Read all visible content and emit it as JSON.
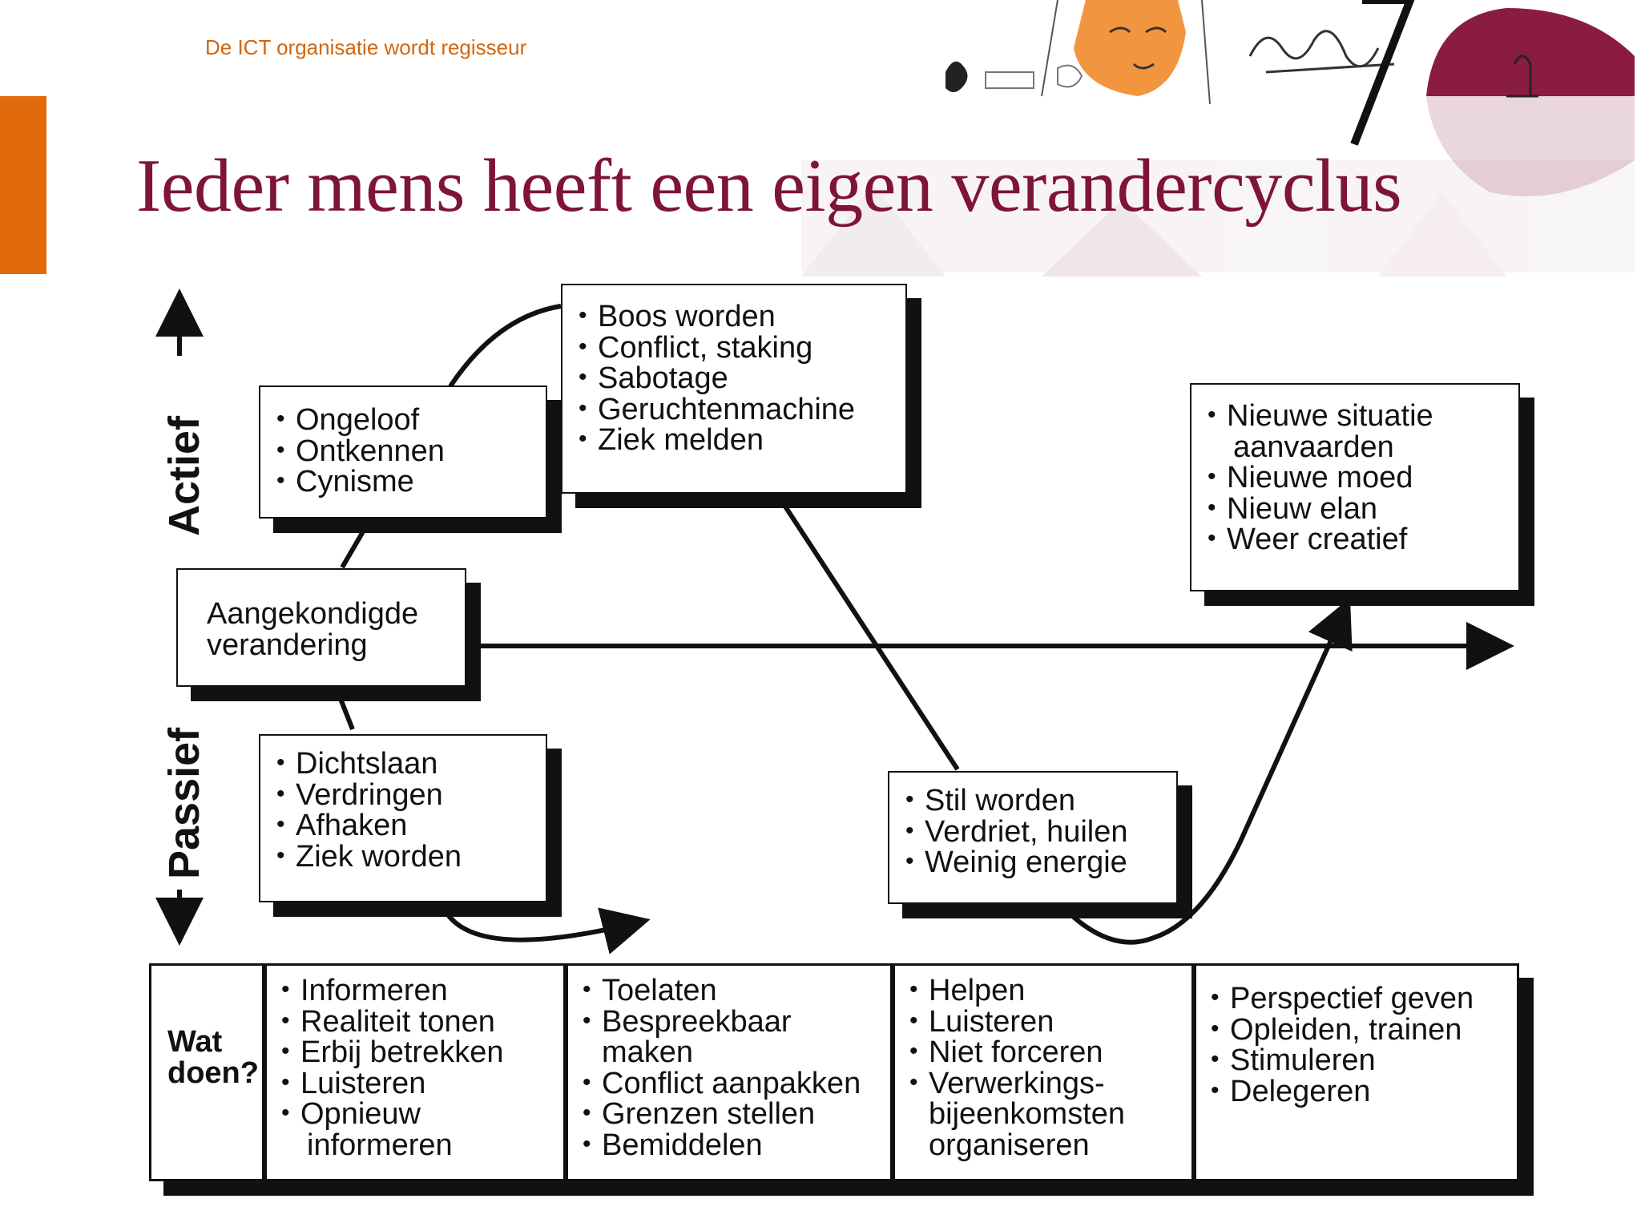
{
  "header": {
    "subtitle": "De ICT organisatie wordt regisseur",
    "title": "Ieder mens heeft een eigen verandercyclus"
  },
  "colors": {
    "accent_orange": "#e06a0c",
    "title_maroon": "#7e1438"
  },
  "axis": {
    "top_label": "Actief",
    "bottom_label": "Passief"
  },
  "center_box": {
    "line1": "Aangekondigde",
    "line2": "verandering"
  },
  "boxes": {
    "disbelief": [
      "Ongeloof",
      "Ontkennen",
      "Cynisme"
    ],
    "anger": [
      "Boos worden",
      "Conflict, staking",
      "Sabotage",
      "Geruchtenmachine",
      "Ziek melden"
    ],
    "withdrawal": [
      "Dichtslaan",
      "Verdringen",
      "Afhaken",
      "Ziek worden"
    ],
    "sadness": [
      "Stil worden",
      "Verdriet, huilen",
      "Weinig energie"
    ],
    "acceptance": {
      "item1_line1": "Nieuwe situatie",
      "item1_line2": "aanvaarden",
      "item2": "Nieuwe moed",
      "item3": "Nieuw elan",
      "item4": "Weer creatief"
    }
  },
  "table": {
    "label_line1": "Wat",
    "label_line2": "doen?",
    "col1": {
      "i1": "Informeren",
      "i2": "Realiteit tonen",
      "i3": "Erbij betrekken",
      "i4": "Luisteren",
      "i5_line1": "Opnieuw",
      "i5_line2": "informeren"
    },
    "col2": {
      "i1": "Toelaten",
      "i2_line1": "Bespreekbaar",
      "i2_line2": "maken",
      "i3": "Conflict aanpakken",
      "i4": "Grenzen stellen",
      "i5": "Bemiddelen"
    },
    "col3": {
      "i1": "Helpen",
      "i2": "Luisteren",
      "i3": "Niet forceren",
      "i4_line1": "Verwerkings-",
      "i4_line2": "bijeenkomsten",
      "i4_line3": "organiseren"
    },
    "col4": {
      "i1": "Perspectief geven",
      "i2": "Opleiden, trainen",
      "i3": "Stimuleren",
      "i4": "Delegeren"
    }
  }
}
